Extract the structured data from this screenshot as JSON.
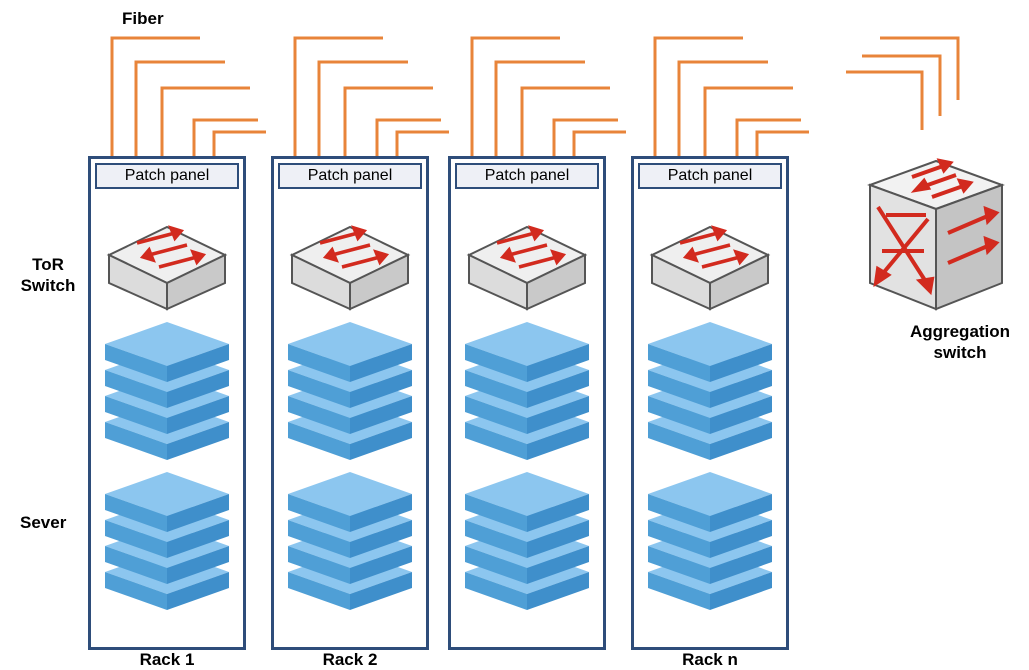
{
  "labels": {
    "fiber": "Fiber",
    "tor_switch": "ToR\nSwitch",
    "server": "Sever",
    "aggregation_switch": "Aggregation\nswitch"
  },
  "racks": [
    {
      "patch_panel": "Patch panel",
      "label": "Rack 1"
    },
    {
      "patch_panel": "Patch panel",
      "label": "Rack 2"
    },
    {
      "patch_panel": "Patch panel",
      "label": ""
    },
    {
      "patch_panel": "Patch panel",
      "label": "Rack n"
    }
  ],
  "colors": {
    "fiber": "#e8843a",
    "rack_border": "#2e4d7a",
    "patch_fill": "#eef0f6",
    "server_top": "#8cc6ef",
    "server_side": "#4f9fd6",
    "switch_top": "#efefef",
    "switch_side": "#c9c9c9",
    "arrow": "#d22a1e"
  }
}
